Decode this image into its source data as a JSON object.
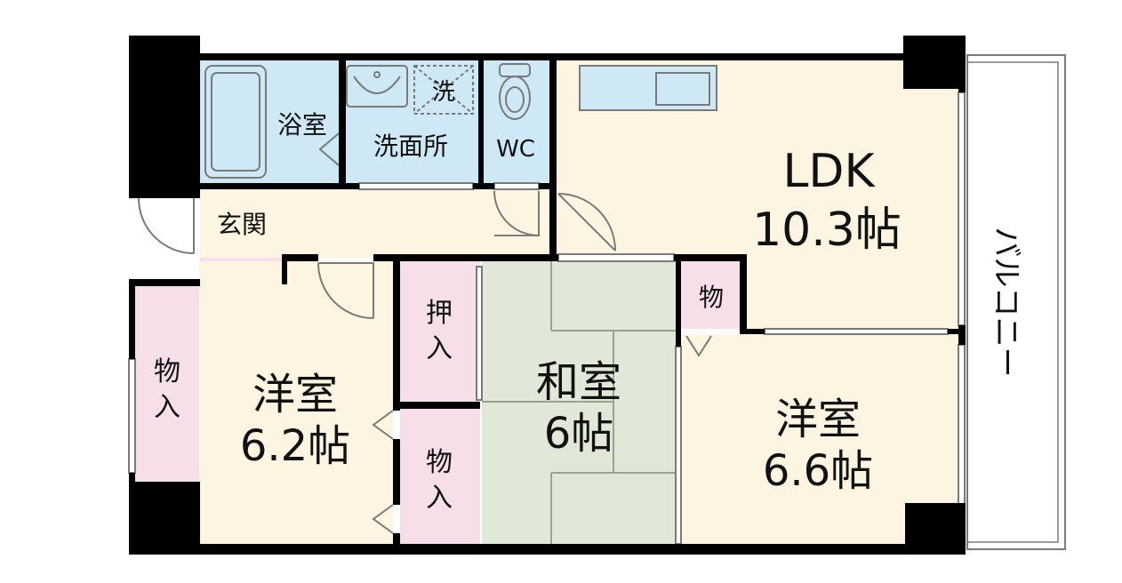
{
  "colors": {
    "cream": "#fdf4e1",
    "blue": "#cfe8f6",
    "pink": "#f7dfe9",
    "tatami": "#e1e8d8",
    "wall": "#000000",
    "line": "#7a7a7a"
  },
  "rooms": {
    "bath": "浴室",
    "washroom": "洗面所",
    "washer": "洗",
    "wc": "WC",
    "entrance": "玄関",
    "ldk": {
      "name": "LDK",
      "size": "10.3帖"
    },
    "storage_ldk": "物",
    "closet_left": {
      "line1": "物",
      "line2": "入"
    },
    "oshiire": {
      "line1": "押",
      "line2": "入"
    },
    "closet_mid": {
      "line1": "物",
      "line2": "入"
    },
    "western_left": {
      "name": "洋室",
      "size": "6.2帖"
    },
    "washitsu": {
      "name": "和室",
      "size": "6帖"
    },
    "western_right": {
      "name": "洋室",
      "size": "6.6帖"
    },
    "balcony": "バルコニー"
  }
}
